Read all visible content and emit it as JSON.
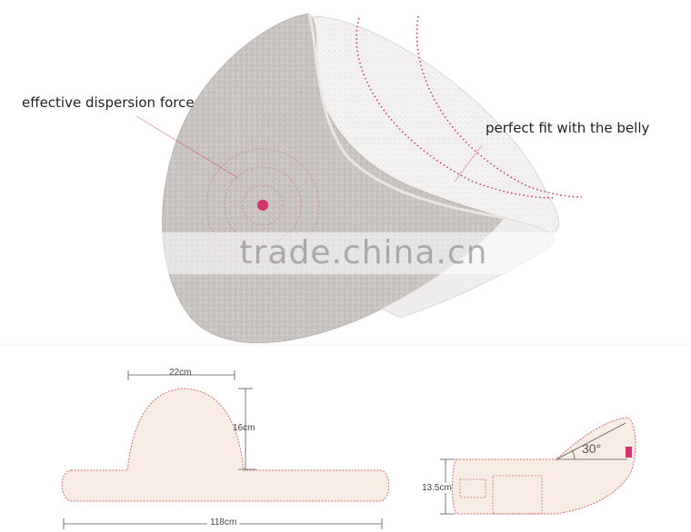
{
  "labels": {
    "dispersion": "effective dispersion force",
    "fit": "perfect fit with the belly"
  },
  "watermark": "trade.china.cn",
  "dimensions": {
    "width_top": "22cm",
    "height_bump": "16cm",
    "length_total": "118cm",
    "height_side": "13.5cm",
    "angle": "30°"
  },
  "colors": {
    "foam_gray": "#c9c4c2",
    "foam_white": "#f1f0ef",
    "fabric": "#f7ede4",
    "stitch": "#d96b6b",
    "accent_pink": "#d6336c"
  }
}
